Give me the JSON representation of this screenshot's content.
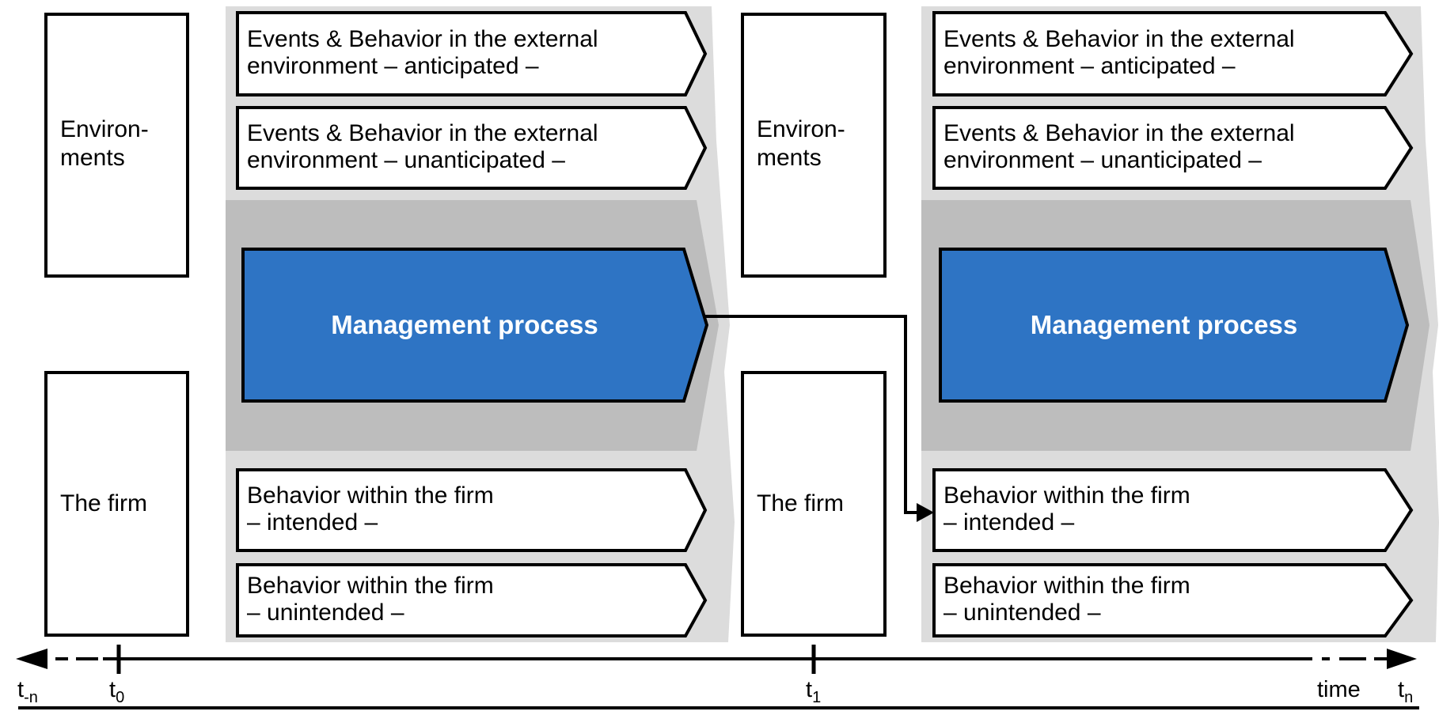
{
  "colors": {
    "process_blue": "#2E74C4",
    "panel_light_gray": "#DCDCDC",
    "panel_dark_gray": "#BDBDBD",
    "banner_white": "#FFFFFF",
    "line_black": "#000000",
    "process_text_white": "#FFFFFF"
  },
  "boxes": {
    "environments": {
      "line1": "Environ-",
      "line2": "ments"
    },
    "firm": {
      "label": "The firm"
    }
  },
  "banners": {
    "external_anticipated": {
      "line1": "Events & Behavior in the external",
      "line2": "environment – anticipated –"
    },
    "external_unanticipated": {
      "line1": "Events & Behavior in the external",
      "line2": "environment – unanticipated –"
    },
    "firm_intended": {
      "line1": "Behavior within the firm",
      "line2": "– intended –"
    },
    "firm_unintended": {
      "line1": "Behavior within the firm",
      "line2": "– unintended –"
    }
  },
  "process": {
    "label": "Management process"
  },
  "timeline": {
    "t_base": "t",
    "sub_minus_n": "-n",
    "sub_zero": "0",
    "sub_one": "1",
    "sub_n": "n",
    "time_label": "time"
  }
}
